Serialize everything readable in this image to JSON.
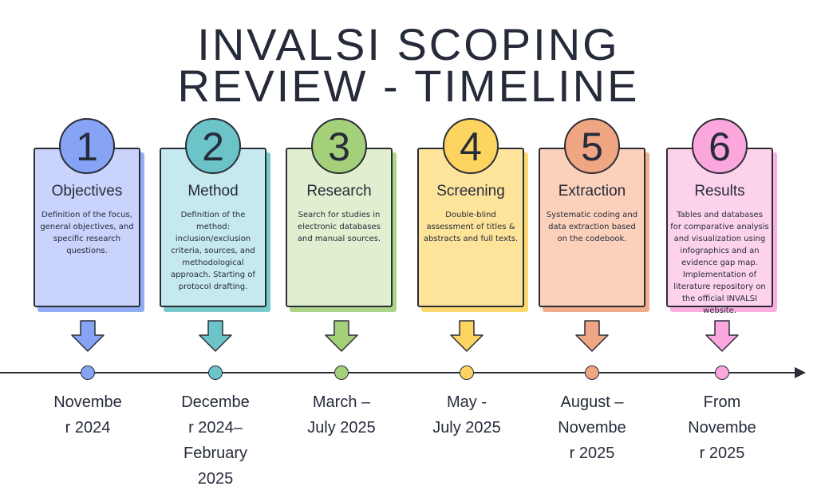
{
  "title": {
    "line1": "INVALSI SCOPING",
    "line2": "REVIEW - TIMELINE"
  },
  "steps": [
    {
      "number": "1",
      "title": "Objectives",
      "description": "Definition of the focus, general objectives, and specific research questions.",
      "date_lines": [
        "Novembe",
        "r 2024"
      ],
      "fill": "#c9d3fb",
      "accent": "#86a3f5"
    },
    {
      "number": "2",
      "title": "Method",
      "description": "Definition of the method: inclusion/exclusion criteria, sources, and methodological approach. Starting of protocol drafting.",
      "date_lines": [
        "Decembe",
        "r 2024–",
        "February",
        "2025"
      ],
      "fill": "#c6e9ef",
      "accent": "#6cc3c8"
    },
    {
      "number": "3",
      "title": "Research",
      "description": "Search for studies in electronic databases and manual sources.",
      "date_lines": [
        "March –",
        "July 2025"
      ],
      "fill": "#e0efcf",
      "accent": "#a5d07a"
    },
    {
      "number": "4",
      "title": "Screening",
      "description": "Double-blind assessment of titles & abstracts and full texts.",
      "date_lines": [
        "May -",
        "July 2025"
      ],
      "fill": "#fde49a",
      "accent": "#fdd45f"
    },
    {
      "number": "5",
      "title": "Extraction",
      "description": "Systematic coding and data extraction based on the codebook.",
      "date_lines": [
        "August –",
        "Novembe",
        "r 2025"
      ],
      "fill": "#fcd1bb",
      "accent": "#f0a583"
    },
    {
      "number": "6",
      "title": "Results",
      "description": "Tables and databases for comparative analysis and visualization using infographics and an evidence gap map. Implementation of literature repository on the official INVALSI website.",
      "date_lines": [
        "From",
        "Novembe",
        "r 2025"
      ],
      "fill": "#fdd3ec",
      "accent": "#fba6dd"
    }
  ]
}
